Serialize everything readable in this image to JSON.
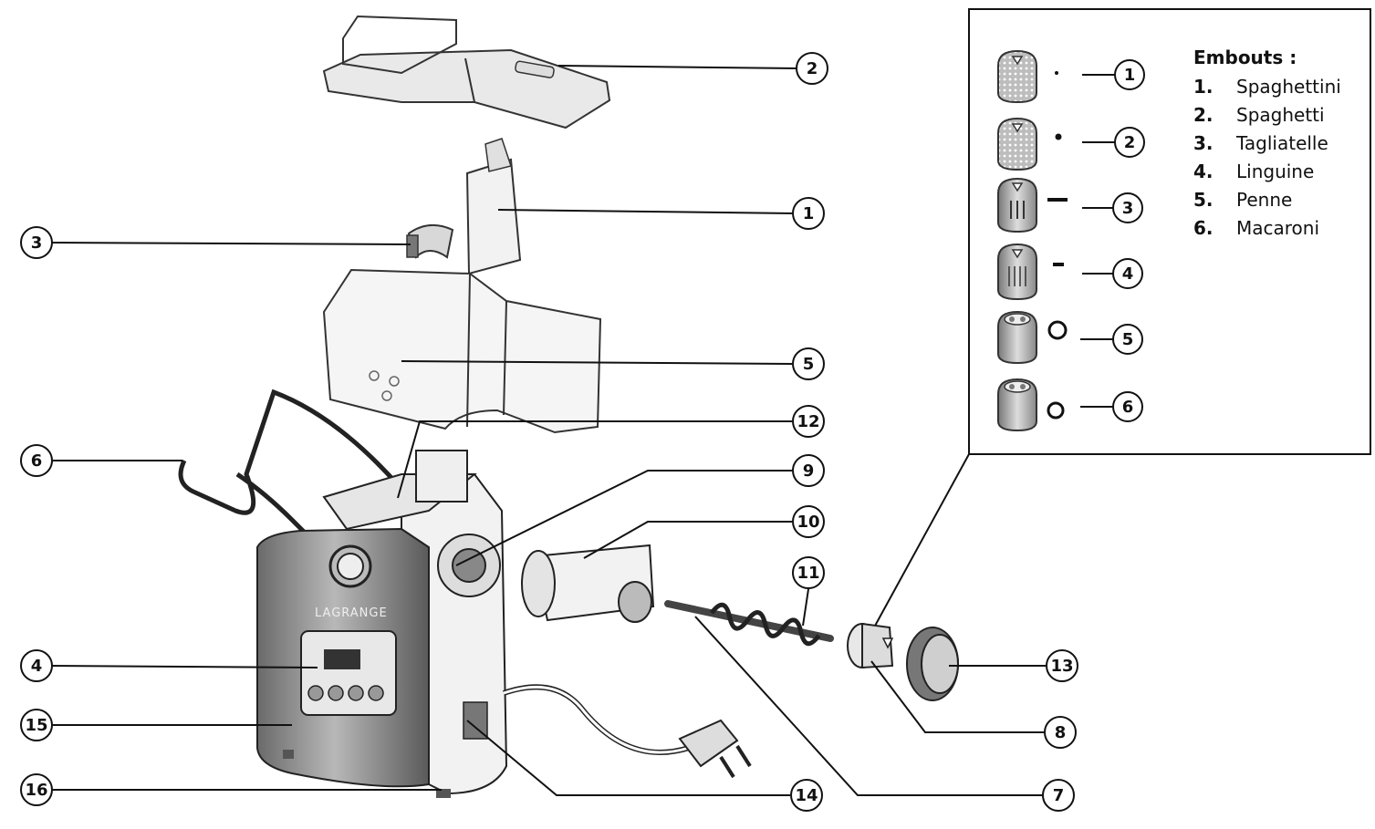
{
  "legend": {
    "title": "Embouts :",
    "items": [
      {
        "num": "1.",
        "name": "Spaghettini"
      },
      {
        "num": "2.",
        "name": "Spaghetti"
      },
      {
        "num": "3.",
        "name": "Tagliatelle"
      },
      {
        "num": "4.",
        "name": "Linguine"
      },
      {
        "num": "5.",
        "name": "Penne"
      },
      {
        "num": "6.",
        "name": "Macaroni"
      }
    ],
    "nozzle_callouts": [
      "1",
      "2",
      "3",
      "4",
      "5",
      "6"
    ]
  },
  "callouts": [
    "1",
    "2",
    "3",
    "4",
    "5",
    "6",
    "7",
    "8",
    "9",
    "10",
    "11",
    "12",
    "13",
    "14",
    "15",
    "16"
  ],
  "brand": "LAGRANGE"
}
